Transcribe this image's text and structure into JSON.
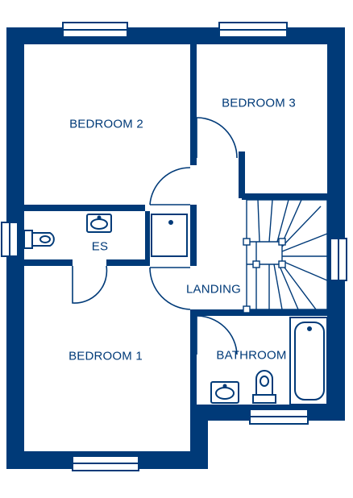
{
  "plan": {
    "wall_color": "#003a78",
    "floor_color": "#ffffff",
    "fixture_color": "#003a78"
  },
  "rooms": {
    "bedroom2": "BEDROOM 2",
    "bedroom3": "BEDROOM 3",
    "ensuite": "ES",
    "landing": "LANDING",
    "bedroom1": "BEDROOM 1",
    "bathroom": "BATHROOM"
  },
  "icons": [
    "window-icon",
    "door-swing-icon",
    "toilet-icon",
    "basin-icon",
    "shower-tray-icon",
    "bathtub-icon",
    "staircase-icon"
  ]
}
